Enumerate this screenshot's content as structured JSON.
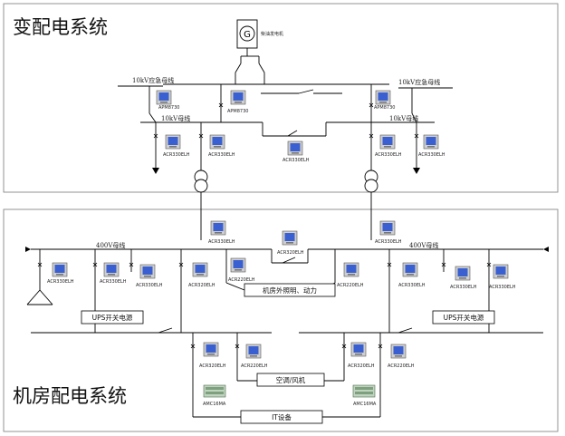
{
  "sections": {
    "substation_title": "变配电系统",
    "room_title": "机房配电系统"
  },
  "generator_label": "柴油发电机",
  "top": {
    "bus_left": "10kV母线",
    "bus_right": "10kV母线",
    "emergency_left": "10kV应急母线",
    "emergency_right": "10kV应急母线",
    "ats_meter_center": "APM8730",
    "ats_meter_left": "APM8730",
    "ats_meter_right": "APM8730",
    "feeder_left_1": "ACR330ELH",
    "feeder_left_2": "ACR330ELH",
    "tie_meter": "ACR330ELH",
    "feeder_right_1": "ACR330ELH",
    "feeder_right_2": "ACR330ELH"
  },
  "bottom": {
    "bus_left": "400V母线",
    "bus_right": "400V母线",
    "incomer_left": "ACR330ELH",
    "incomer_right": "ACR330ELH",
    "tie_meter": "ACR320ELH",
    "left_feeders": [
      "ACR330ELH",
      "ACR330ELH",
      "ACR330ELH",
      "ACR320ELH",
      "ACR220ELH"
    ],
    "right_feeders": [
      "ACR220ELH",
      "ACR330ELH",
      "ACR330ELH",
      "ACR330ELH"
    ],
    "lighting_box": "机房外照明、动力",
    "ups_left": "UPS开关电源",
    "ups_right": "UPS开关电源",
    "ac_box": "空调/风机",
    "it_box": "IT设备",
    "ac_meters": [
      "ACR320ELH",
      "ACR220ELH",
      "ACR320ELH",
      "ACR220ELH"
    ],
    "amc_left": "AMC16MA",
    "amc_right": "AMC16MA"
  }
}
